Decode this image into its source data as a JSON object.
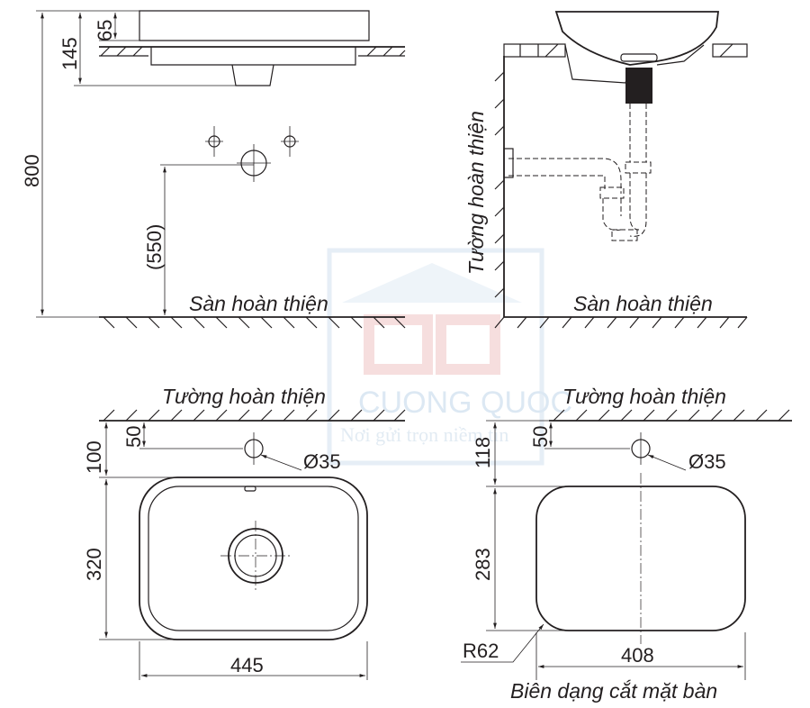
{
  "watermark": {
    "brand": "CUONG QUOC",
    "slogan": "Nơi gửi trọn niềm tin",
    "logo_letters": "CQ"
  },
  "side_view": {
    "dims": {
      "total_height": "800",
      "basin_height": "145",
      "above_counter": "65",
      "drain_height": "(550)"
    },
    "floor_label": "Sàn hoàn thiện"
  },
  "section_view": {
    "wall_label": "Tường hoàn thiện",
    "floor_label": "Sàn hoàn thiện"
  },
  "top_view": {
    "wall_label": "Tường hoàn thiện",
    "dims": {
      "wall_to_basin": "100",
      "wall_to_hole": "50",
      "depth": "320",
      "width": "445",
      "hole_diameter": "Ø35"
    }
  },
  "cutout_view": {
    "wall_label": "Tường hoàn thiện",
    "dims": {
      "wall_to_cutout": "118",
      "wall_to_hole": "50",
      "depth": "283",
      "width": "408",
      "radius": "R62",
      "hole_diameter": "Ø35"
    },
    "caption": "Biên dạng cắt mặt bàn"
  }
}
